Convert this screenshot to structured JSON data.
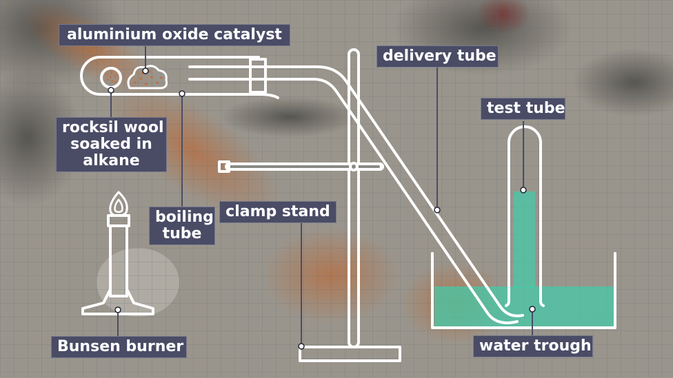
{
  "diagram": {
    "labels": {
      "catalyst": "aluminium oxide catalyst",
      "delivery_tube": "delivery tube",
      "test_tube": "test tube",
      "rocksil_wool": [
        "rocksil wool",
        "soaked in",
        "alkane"
      ],
      "boiling_tube": [
        "boiling",
        "tube"
      ],
      "clamp_stand": "clamp stand",
      "bunsen_burner": "Bunsen burner",
      "water_trough": "water trough"
    },
    "colors": {
      "label_bg": "#4a4c66",
      "line": "#ffffff",
      "leader": "#4a4c66",
      "water": "#45c9a8",
      "grid": "#5a6a78",
      "flame": "#ffffff"
    }
  }
}
